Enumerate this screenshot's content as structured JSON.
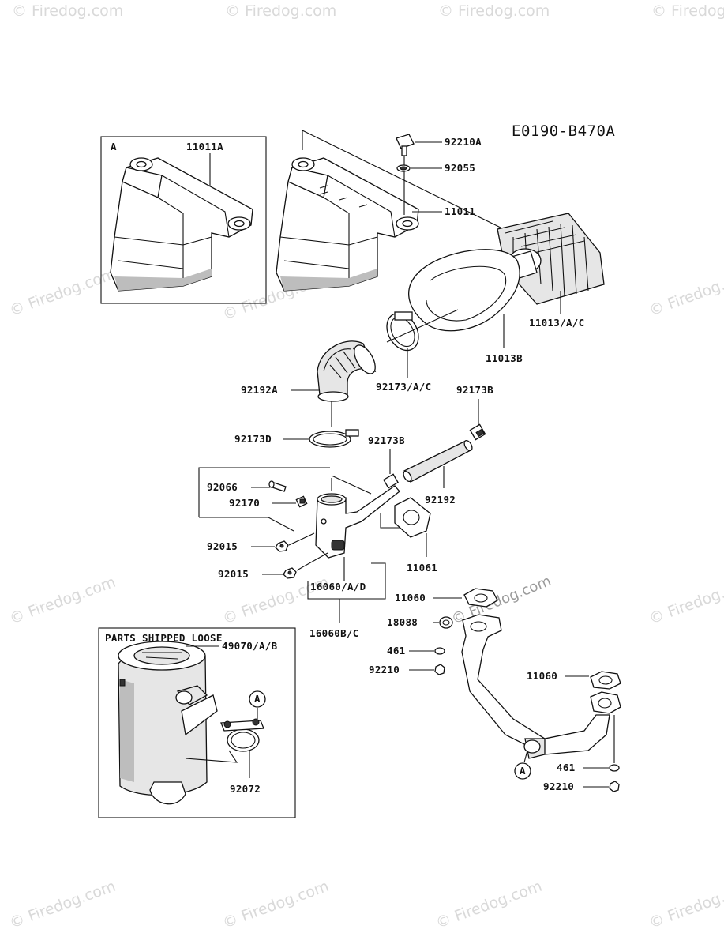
{
  "diagram_code": "E0190-B470A",
  "watermark": "© Firedog.com",
  "box_a": {
    "letter": "A",
    "part": "11011A"
  },
  "loose_box": {
    "title": "PARTS SHIPPED LOOSE",
    "parts": [
      "49070/A/B",
      "92072"
    ],
    "ref": "A"
  },
  "ref_marker": "A",
  "parts": {
    "p92210A": "92210A",
    "p92055": "92055",
    "p11011": "11011",
    "p11013": "11013/A/C",
    "p11013B": "11013B",
    "p92173AC": "92173/A/C",
    "p92192A": "92192A",
    "p92173B_top": "92173B",
    "p92173D": "92173D",
    "p92173B_mid": "92173B",
    "p92192": "92192",
    "p92066": "92066",
    "p92170": "92170",
    "p92015_a": "92015",
    "p92015_b": "92015",
    "p16060AD": "16060/A/D",
    "p16060BC": "16060B/C",
    "p11061": "11061",
    "p11060_a": "11060",
    "p18088": "18088",
    "p461_a": "461",
    "p92210_a": "92210",
    "p11060_b": "11060",
    "p461_b": "461",
    "p92210_b": "92210"
  }
}
